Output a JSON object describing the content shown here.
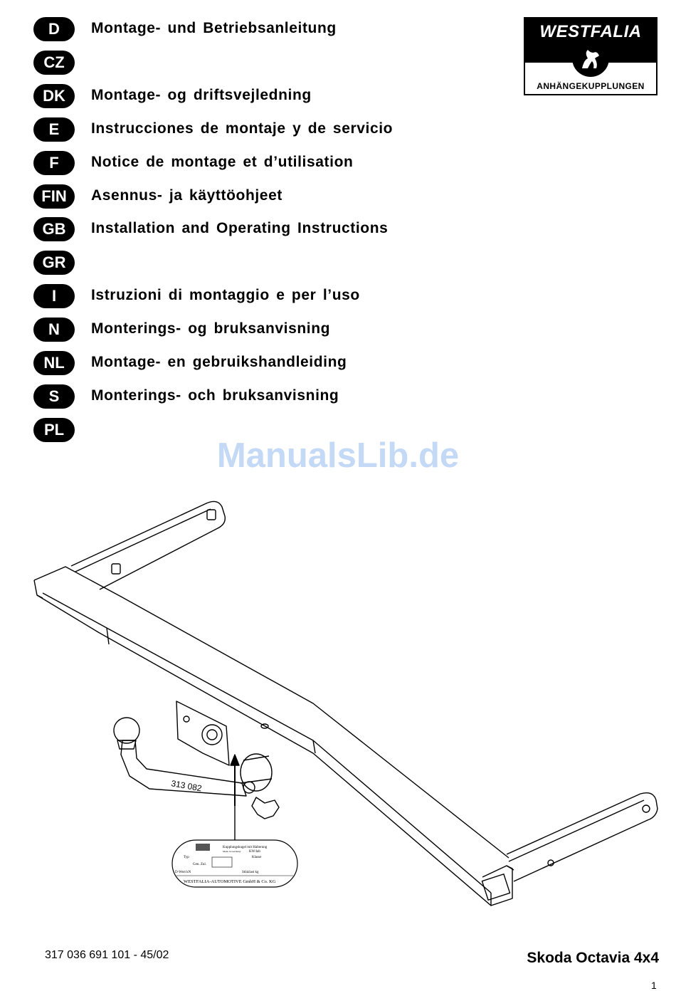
{
  "logo": {
    "brand": "WESTFALIA",
    "subtitle": "ANHÄNGEKUPPLUNGEN"
  },
  "languages": [
    {
      "code": "D",
      "title": "Montage- und Betriebsanleitung"
    },
    {
      "code": "CZ",
      "title": ""
    },
    {
      "code": "DK",
      "title": "Montage- og driftsvejledning"
    },
    {
      "code": "E",
      "title": "Instrucciones de montaje y de servicio"
    },
    {
      "code": "F",
      "title": "Notice de montage et d’utilisation"
    },
    {
      "code": "FIN",
      "title": "Asennus- ja käyttöohjeet"
    },
    {
      "code": "GB",
      "title": "Installation and Operating Instructions"
    },
    {
      "code": "GR",
      "title": ""
    },
    {
      "code": "I",
      "title": "Istruzioni di montaggio e per l’uso"
    },
    {
      "code": "N",
      "title": "Monterings- og bruksanvisning"
    },
    {
      "code": "NL",
      "title": "Montage- en gebruikshandleiding"
    },
    {
      "code": "S",
      "title": "Monterings- och bruksanvisning"
    },
    {
      "code": "PL",
      "title": ""
    }
  ],
  "watermark": "ManualsLib.de",
  "drawing": {
    "part_label": "313 082",
    "plate_header": "Kupplungskugel mit Halterung",
    "plate_made": "Made in Germany",
    "plate_typ": "Typ",
    "plate_kw": "KW/lab",
    "plate_klasse": "Klasse",
    "plate_gen": "Gen. Zul.",
    "plate_dwert": "D-Wert kN",
    "plate_stutz": "Stützlast kg",
    "plate_company": "WESTFALIA-AUTOMOTIVE GmbH & Co. KG"
  },
  "footer": {
    "part_number": "317 036 691 101 - 45/02",
    "model": "Skoda Octavia 4x4",
    "page": "1"
  }
}
